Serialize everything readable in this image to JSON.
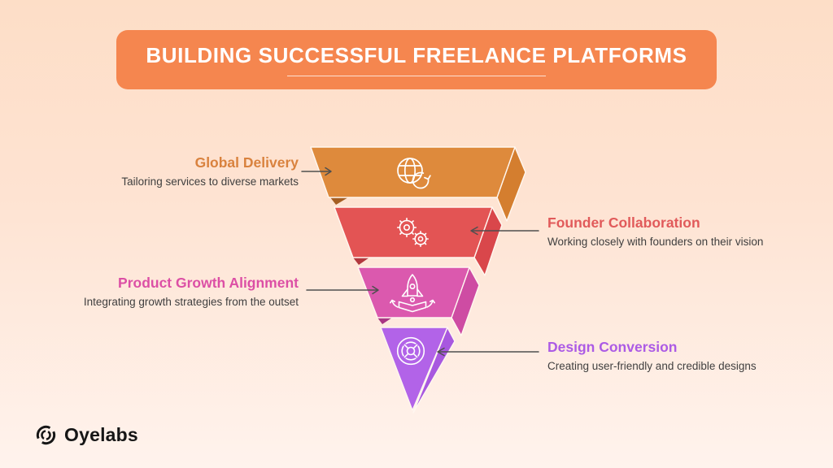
{
  "header": {
    "title": "BUILDING SUCCESSFUL FREELANCE PLATFORMS"
  },
  "funnel": {
    "levels": [
      {
        "title": "Global Delivery",
        "description": "Tailoring services to diverse markets",
        "color": "#DE8A3C",
        "icon": "globe-sync-icon",
        "label_side": "left"
      },
      {
        "title": "Founder Collaboration",
        "description": "Working closely with founders on their vision",
        "color": "#E35454",
        "icon": "gears-icon",
        "label_side": "right"
      },
      {
        "title": "Product Growth Alignment",
        "description": "Integrating growth strategies from the outset",
        "color": "#DB59AE",
        "icon": "rocket-launch-icon",
        "label_side": "left"
      },
      {
        "title": "Design Conversion",
        "description": "Creating user-friendly and credible designs",
        "color": "#B263E8",
        "icon": "design-wheel-icon",
        "label_side": "right"
      }
    ]
  },
  "footer": {
    "brand": "Oyelabs"
  },
  "colors": {
    "banner": "#F5864F",
    "background_top": "#FDDEC7",
    "background_bottom": "#FFF3ED",
    "connector_arrow": "#4F4F4F",
    "description_text": "#3F3F3F",
    "title_text": "#FFFFFF"
  }
}
